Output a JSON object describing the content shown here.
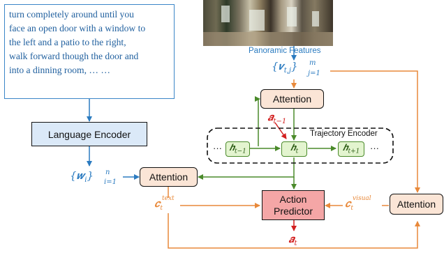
{
  "instruction_text": "turn completely around until you\nface an open door with a window to\nthe left and a patio to the right,\nwalk forward though the door and\ninto a dinning room, … …",
  "panoramic_features_label": "Panoramic  Features",
  "language_encoder_label": "Language Encoder",
  "attention_label": "Attention",
  "trajectory_encoder_label": "Trajectory Encoder",
  "action_predictor_label": "Action\nPredictor",
  "ellipsis": "···",
  "math": {
    "v_set": {
      "base": "{𝒗",
      "sub": "t,j",
      "close": "}",
      "sup_limit": "m",
      "sub_limit": "j=1"
    },
    "w_set": {
      "base": "{𝒘",
      "sub": "i",
      "close": "}",
      "sup_limit": "n",
      "sub_limit": "i=1"
    },
    "a_prev": {
      "base": "𝒂",
      "sub": "t−1"
    },
    "h_prev": {
      "base": "𝒉",
      "sub": "t−1"
    },
    "h_t": {
      "base": "𝒉",
      "sub": "t"
    },
    "h_next": {
      "base": "𝒉",
      "sub": "t+1"
    },
    "c_text": {
      "base": "𝒄",
      "sub": "t",
      "sup": "text"
    },
    "c_visual": {
      "base": "𝒄",
      "sub": "t",
      "sup": "visual"
    },
    "a_t": {
      "base": "𝒂",
      "sub": "t"
    }
  },
  "colors": {
    "blue": "#2b7bc0",
    "green": "#4a8a2a",
    "orange": "#e8893a",
    "red": "#d21f1f",
    "attention_fill": "#fbe5d6",
    "encoder_fill": "#dbe9f8",
    "hidden_fill": "#e3f4cf",
    "predictor_fill": "#f4a6a6"
  }
}
